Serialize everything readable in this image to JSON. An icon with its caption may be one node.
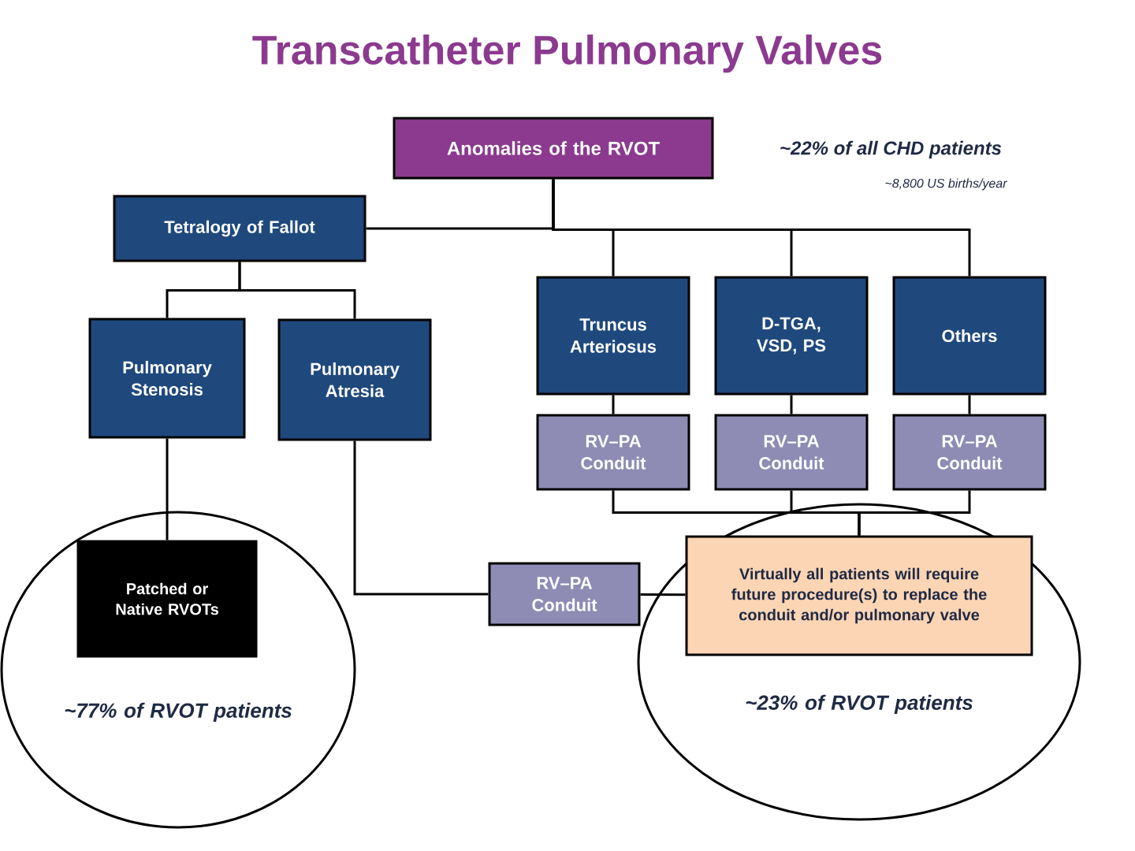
{
  "diagram": {
    "title": "Transcatheter Pulmonary Valves",
    "nodes": [
      {
        "text": [
          "Anomalies of the RVOT"
        ]
      },
      {
        "text": [
          "Tetralogy of Fallot"
        ]
      },
      {
        "text": [
          "Pulmonary Stenosis"
        ]
      },
      {
        "text": [
          "Pulmonary Atresia"
        ]
      },
      {
        "text": [
          "Truncus Arteriosus"
        ]
      },
      {
        "text": [
          "D-TGA, VSD, PS"
        ]
      },
      {
        "text": [
          "Others"
        ]
      },
      {
        "text": [
          "RV–PA Conduit"
        ]
      },
      {
        "text": [
          "RV–PA Conduit"
        ]
      },
      {
        "text": [
          "RV–PA Conduit"
        ]
      },
      {
        "text": [
          "~77% of RVOT patients"
        ]
      },
      {
        "text": [
          "Patched or Native RVOTs"
        ],
        "in": 10
      },
      {
        "text": [
          "RV–PA Conduit"
        ]
      },
      {
        "text": [
          "~23% of RVOT patients"
        ]
      },
      {
        "text": [
          "Virtually all patients will require future procedure(s) to replace the conduit and/or pulmonary valve"
        ],
        "in": 13
      }
    ],
    "edges": [
      {
        "from": 0,
        "to": 1,
        "arrow": "none"
      },
      {
        "from": 0,
        "to": 4,
        "arrow": "none"
      },
      {
        "from": 0,
        "to": 5,
        "arrow": "none"
      },
      {
        "from": 0,
        "to": 6,
        "arrow": "none"
      },
      {
        "from": 1,
        "to": 2,
        "arrow": "none"
      },
      {
        "from": 1,
        "to": 3,
        "arrow": "none"
      },
      {
        "from": 2,
        "to": 11,
        "arrow": "none"
      },
      {
        "from": 3,
        "to": 12,
        "arrow": "none"
      },
      {
        "from": 4,
        "to": 7,
        "arrow": "none"
      },
      {
        "from": 5,
        "to": 8,
        "arrow": "none"
      },
      {
        "from": 6,
        "to": 9,
        "arrow": "none"
      },
      {
        "from": 7,
        "to": 14,
        "arrow": "none"
      },
      {
        "from": 8,
        "to": 14,
        "arrow": "none"
      },
      {
        "from": 9,
        "to": 14,
        "arrow": "none"
      },
      {
        "from": 12,
        "to": 14,
        "arrow": "none"
      }
    ],
    "labels": [
      "~22% of all CHD patients",
      "~8,800 US births/year"
    ]
  }
}
